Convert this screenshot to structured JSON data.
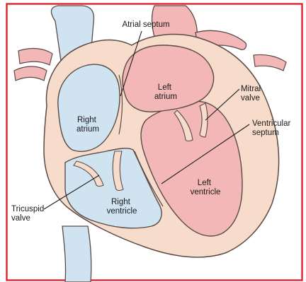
{
  "labels": {
    "atrial_septum": "Atrial septum",
    "left_atrium": [
      "Left",
      "atrium"
    ],
    "mitral_valve": [
      "Mitral",
      "valve"
    ],
    "right_atrium": [
      "Right",
      "atrium"
    ],
    "ventricular_septum": [
      "Ventricular",
      "septum"
    ],
    "left_ventricle": [
      "Left",
      "ventricle"
    ],
    "right_ventricle": [
      "Right",
      "ventricle"
    ],
    "tricuspid_valve": [
      "Tricuspid",
      "valve"
    ]
  },
  "colors": {
    "frame": "#e0242c",
    "blood_deoxygenated": "#cfe3f1",
    "blood_oxygenated": "#f3b7b7",
    "muscle": "#f8dccb",
    "outline": "#5a4a46"
  }
}
